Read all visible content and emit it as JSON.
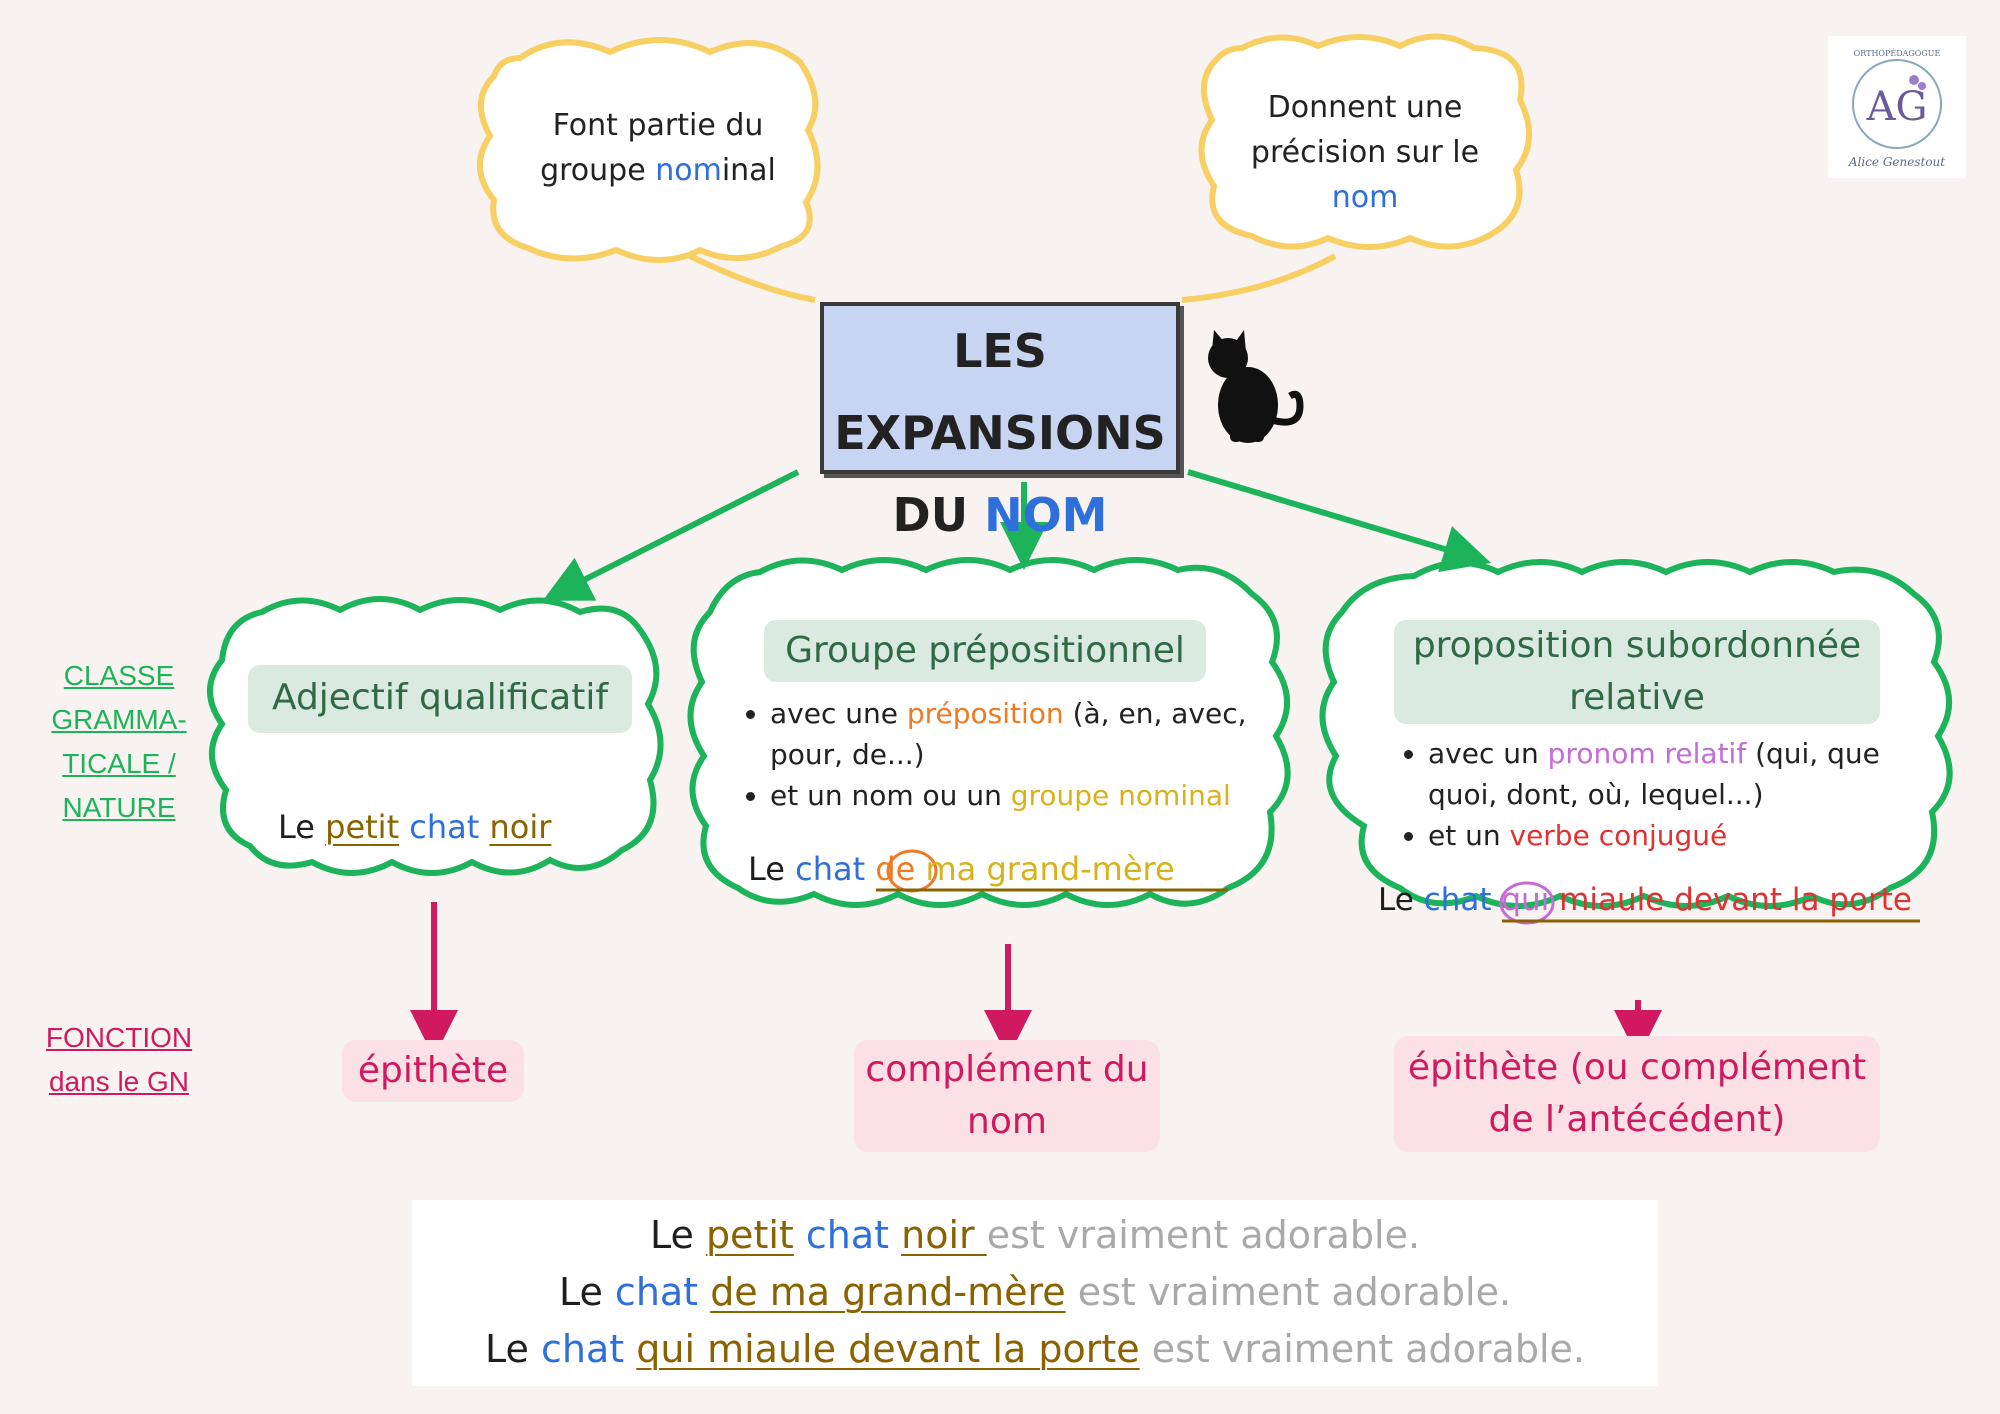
{
  "top_left_cloud": {
    "line1": "Font partie du",
    "line2_a": "groupe ",
    "line2_b": "nom",
    "line2_c": "inal"
  },
  "top_right_cloud": {
    "line1": "Donnent une",
    "line2": "précision sur le",
    "line3": "nom"
  },
  "title": {
    "line1": "LES EXPANSIONS",
    "line2_a": "DU ",
    "line2_b": "NOM"
  },
  "side_labels": {
    "classe": [
      "CLASSE",
      "GRAMMA-",
      "TICALE /",
      "NATURE"
    ],
    "fonction": [
      "FONCTION",
      "dans le GN"
    ]
  },
  "branches": {
    "adjectif": {
      "heading": "Adjectif qualificatif",
      "example": {
        "le": "Le ",
        "petit": "petit",
        "chat": "chat",
        "noir": "noir"
      },
      "function": "épithète"
    },
    "groupe_prep": {
      "heading": "Groupe prépositionnel",
      "bullet1_a": "avec une ",
      "bullet1_b": "préposition",
      "bullet1_c": " (à, en, avec, pour, de...)",
      "bullet2_a": "et un nom ou un ",
      "bullet2_b": "groupe nominal",
      "example": {
        "le": "Le ",
        "chat": "chat",
        "de": "de",
        "rest": " ma grand-mère"
      },
      "function": [
        "complément du",
        "nom"
      ]
    },
    "subordonnee": {
      "heading": [
        "proposition subordonnée",
        "relative"
      ],
      "bullet1_a": "avec un ",
      "bullet1_b": "pronom relatif",
      "bullet1_c": " (qui, que quoi, dont, où, lequel...)",
      "bullet2_a": "et un ",
      "bullet2_b": "verbe conjugué",
      "example": {
        "le": "Le ",
        "chat": "chat",
        "qui": "qui",
        "rest": " miaule devant la porte"
      },
      "function": [
        "épithète (ou complément",
        "de l’antécédent)"
      ]
    }
  },
  "sentences": [
    {
      "le": "Le ",
      "a": "petit",
      "chat": "chat",
      "b": "noir ",
      "tail": "est vraiment adorable."
    },
    {
      "le": "Le ",
      "chat": "chat",
      "b": "de ma grand-mère",
      "tail": " est vraiment adorable."
    },
    {
      "le": "Le ",
      "chat": "chat",
      "b": "qui miaule devant la porte",
      "tail": " est vraiment adorable."
    }
  ],
  "logo": {
    "arc_text": "ORTHOPÉDAGOGUE",
    "letters": "AG",
    "signature": "Alice Genestout"
  },
  "colors": {
    "green": "#1db35a",
    "yellow": "#f7cf62",
    "magenta": "#d1195f",
    "blue": "#2f6fdc"
  }
}
